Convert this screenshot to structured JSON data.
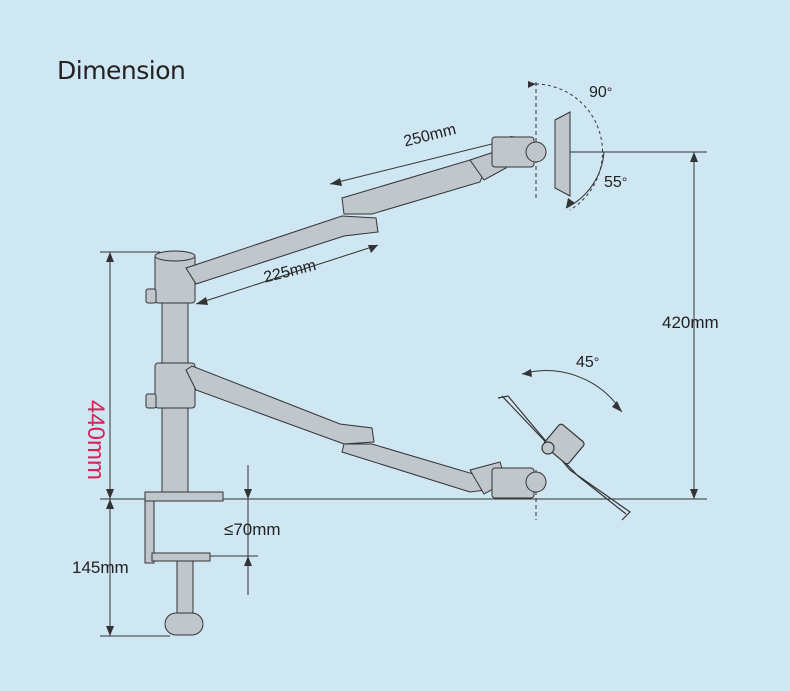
{
  "title": "Dimension",
  "dimensions": {
    "upper_arm": "250mm",
    "lower_arm": "225mm",
    "height": "420mm",
    "pole": "440mm",
    "clamp_thickness": "≤70mm",
    "clamp_depth": "145mm"
  },
  "angles": {
    "tilt_up": "90",
    "tilt_down": "55",
    "laptop_tilt": "45",
    "degree_symbol": "°"
  },
  "colors": {
    "background": "#cfe6f3",
    "pole_label": "#d6245a",
    "line": "#333333",
    "metal": "#bfc6cc"
  }
}
